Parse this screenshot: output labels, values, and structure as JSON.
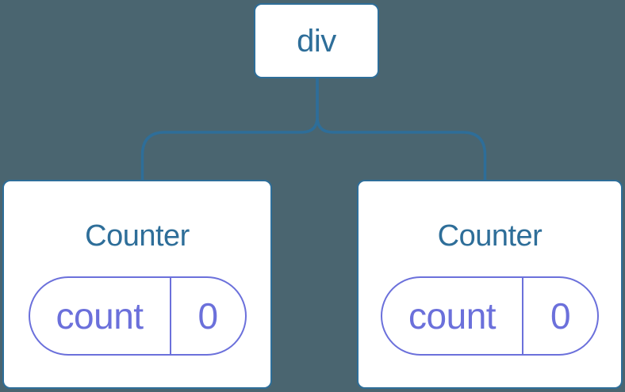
{
  "diagram": {
    "description": "React render-tree diagram: a div parent with two Counter component children, each holding a count state of 0",
    "root_node": {
      "label": "div"
    },
    "nodes": [
      {
        "title": "Counter",
        "state_key": "count",
        "state_value": "0"
      },
      {
        "title": "Counter",
        "state_key": "count",
        "state_value": "0"
      }
    ],
    "colors": {
      "background": "#4A6570",
      "node_background": "#FFFFFF",
      "node_border_and_text": "#2E6E99",
      "connector_line": "#2E6E99",
      "state_accent": "#6B70DB"
    }
  }
}
